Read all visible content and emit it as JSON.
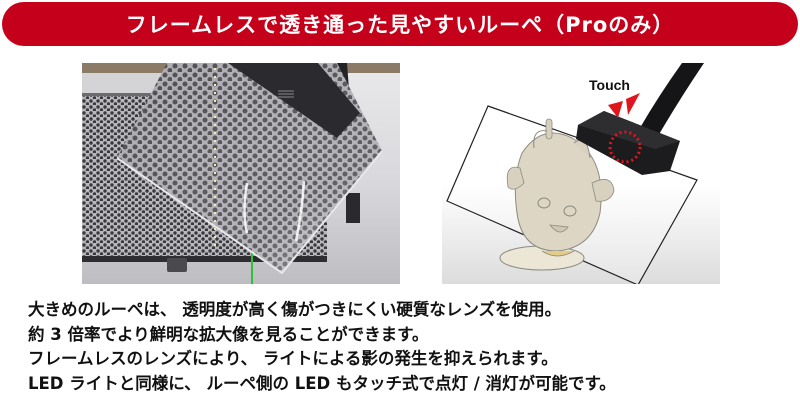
{
  "banner": {
    "title": "フレームレスで透き通った見やすいルーペ（Proのみ）",
    "color": "#c4001a"
  },
  "images": {
    "left": {
      "description": "Photo of frameless magnifier lens over perforated metal panel with dark touch-sensor bar"
    },
    "right": {
      "description": "Illustration of magnifier lens on gooseneck arm with touch sensor highlighted by red dotted circle over a figurine",
      "touch_label": "Touch",
      "highlight_color": "#e0161e"
    }
  },
  "description": {
    "lines": [
      "大きめのルーペは、 透明度が高く傷がつきにくい硬質なレンズを使用。",
      "約 3 倍率でより鮮明な拡大像を見ることができます。",
      "フレームレスのレンズにより、 ライトによる影の発生を抑えられます。",
      "LED ライトと同様に、 ルーペ側の LED もタッチ式で点灯 / 消灯が可能です。"
    ]
  }
}
